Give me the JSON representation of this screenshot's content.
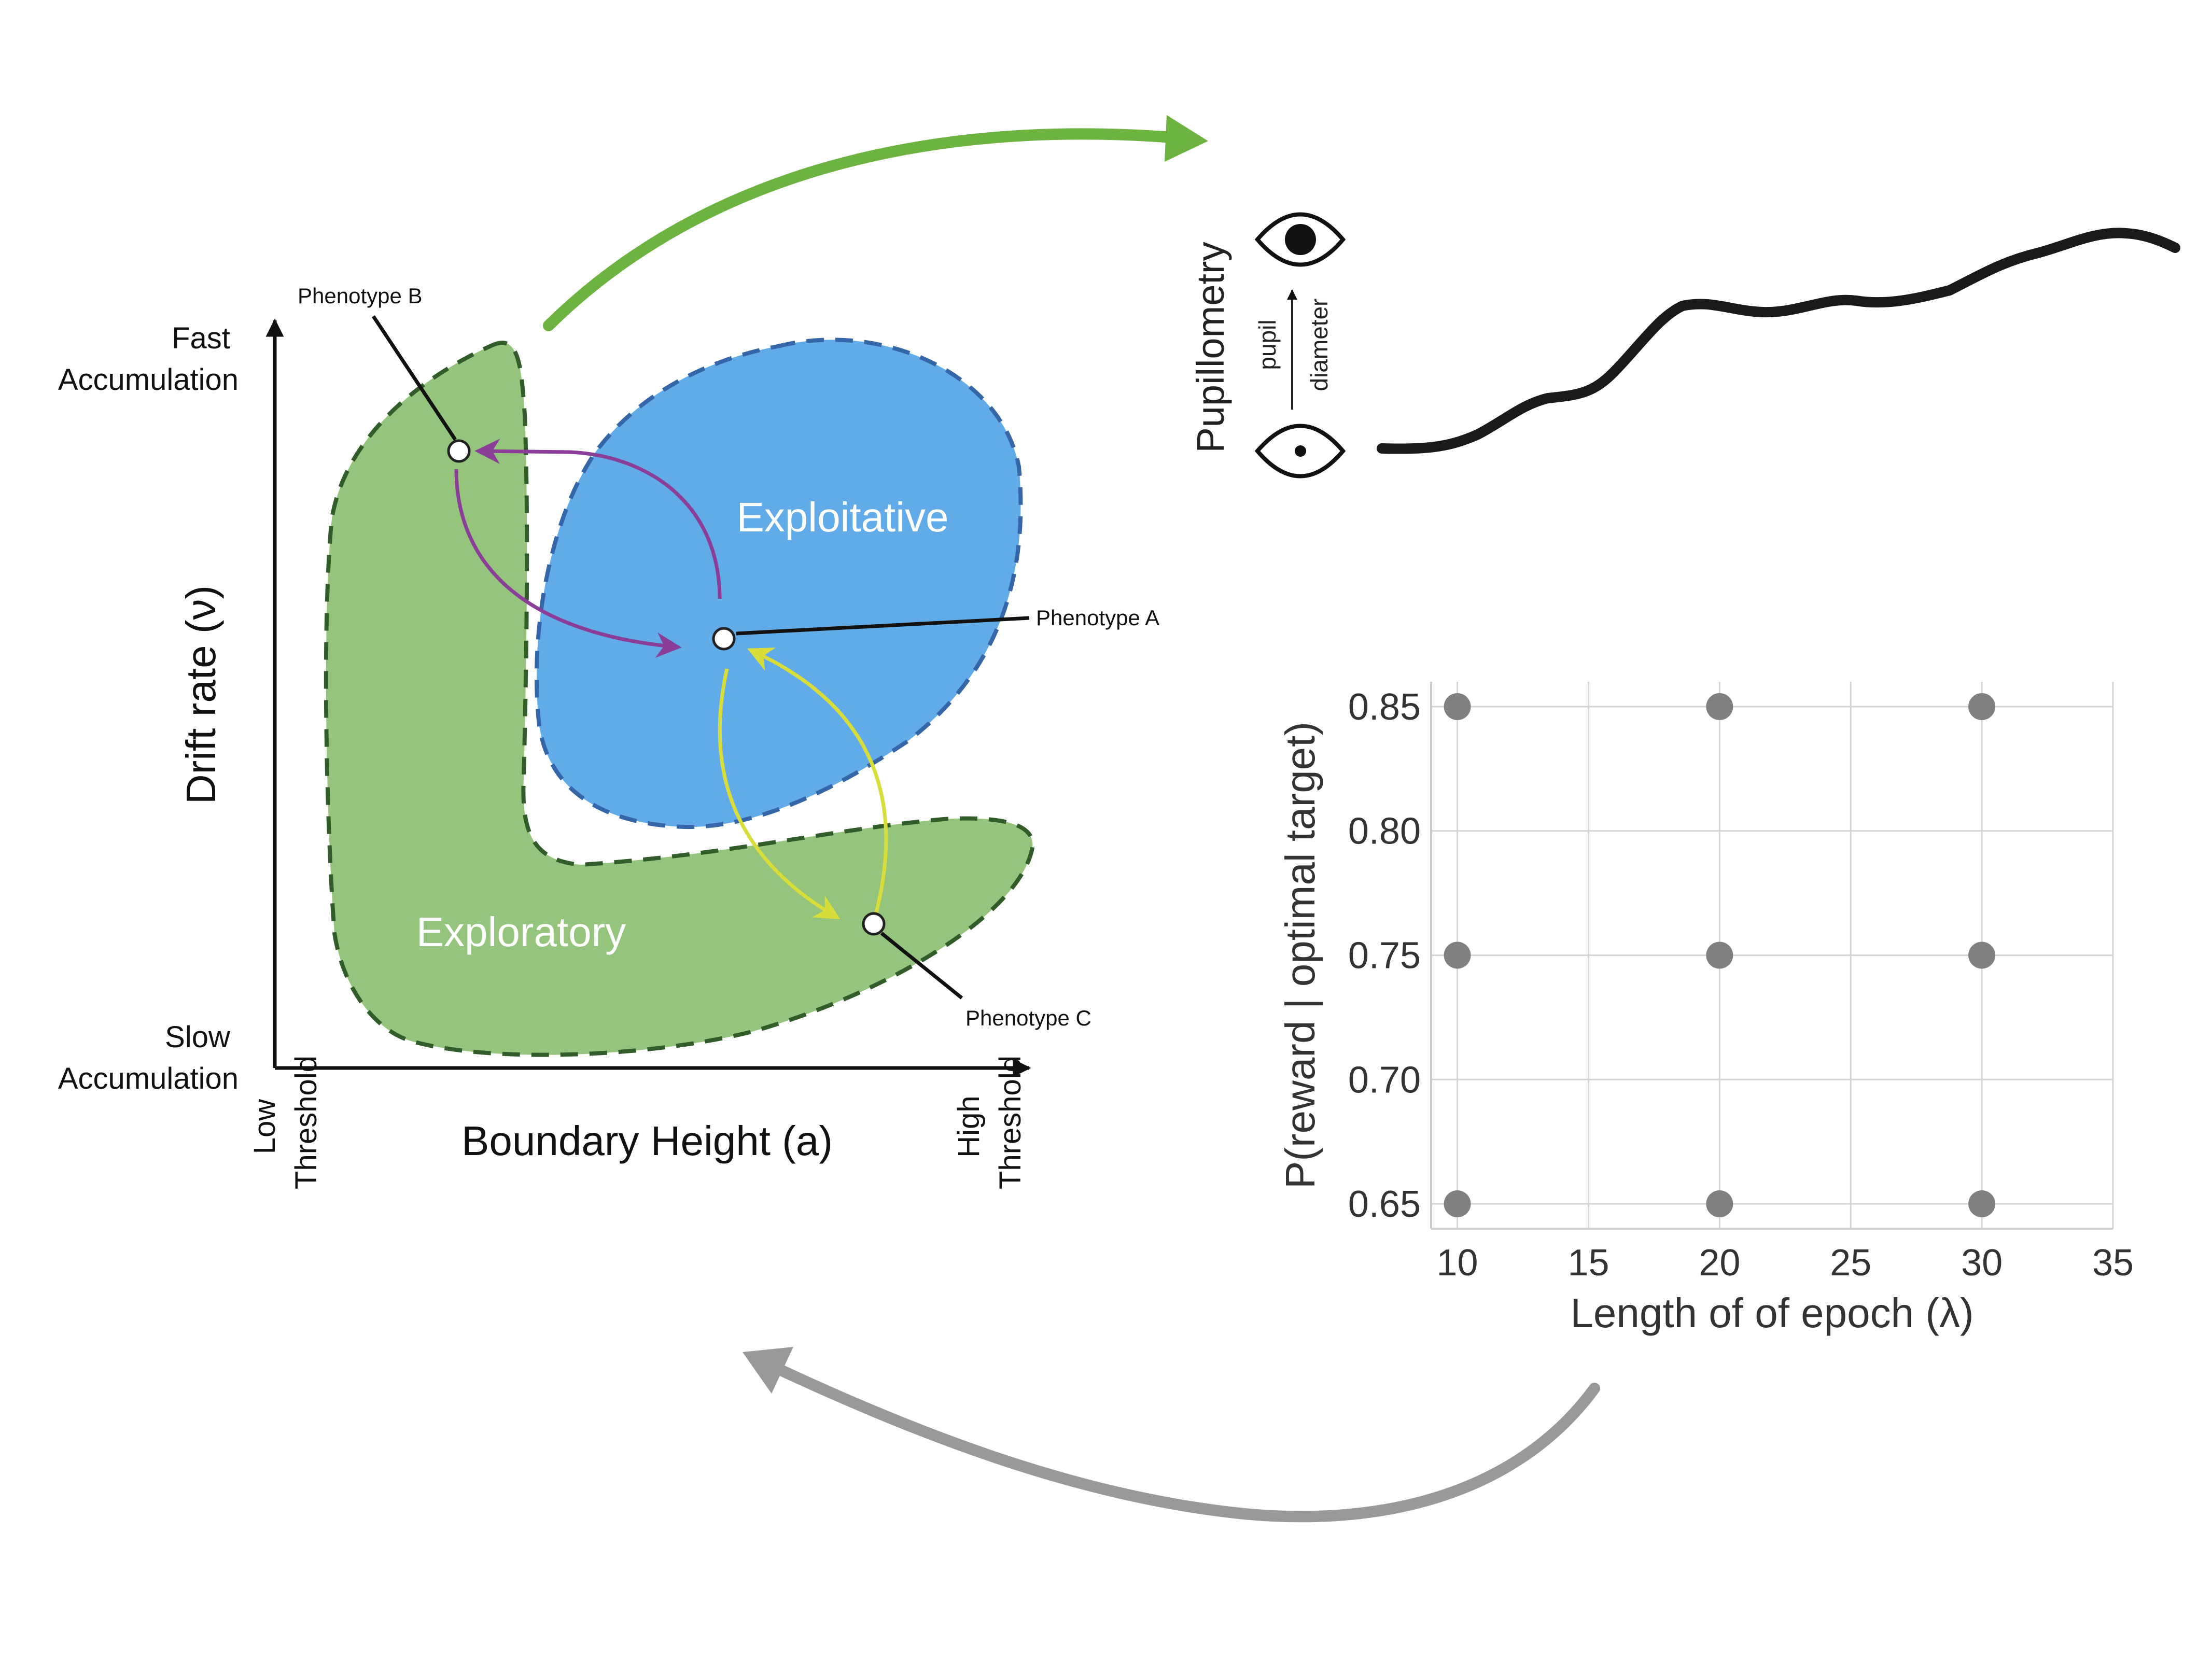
{
  "ddm_diagram": {
    "y_axis_label": "Drift rate (ν)",
    "x_axis_label": "Boundary Height (a)",
    "y_top_label": [
      "Fast",
      "Accumulation"
    ],
    "y_bottom_label": [
      "Slow",
      "Accumulation"
    ],
    "x_left_label": [
      "Low",
      "Threshold"
    ],
    "x_right_label": [
      "High",
      "Threshold"
    ],
    "regions": {
      "exploitative": {
        "label": "Exploitative",
        "color": "#62abe9"
      },
      "exploratory": {
        "label": "Exploratory",
        "color": "#95c47c"
      }
    },
    "phenotypes": {
      "a": "Phenotype A",
      "b": "Phenotype B",
      "c": "Phenotype C"
    },
    "arrow_colors": {
      "purple": "#8a3e98",
      "yellow": "#d9dd3a"
    }
  },
  "pupillometry": {
    "title": "Pupillometry",
    "sub_top": "pupil",
    "sub_bottom": "diameter"
  },
  "cycle_arrows": {
    "forward_color": "#6cb33f",
    "return_color": "#999999"
  },
  "chart_data": {
    "type": "scatter",
    "xlabel": "Length of of epoch (λ)",
    "ylabel": "P(reward | optimal target)",
    "xlim": [
      9,
      35
    ],
    "ylim": [
      0.64,
      0.86
    ],
    "xticks": [
      10,
      15,
      20,
      25,
      30,
      35
    ],
    "yticks": [
      0.65,
      0.7,
      0.75,
      0.8,
      0.85
    ],
    "ytick_labels": [
      "0.65",
      "0.70",
      "0.75",
      "0.80",
      "0.85"
    ],
    "grid": true,
    "marker_color": "#808080",
    "points": [
      {
        "x": 10,
        "y": 0.85
      },
      {
        "x": 20,
        "y": 0.85
      },
      {
        "x": 30,
        "y": 0.85
      },
      {
        "x": 10,
        "y": 0.75
      },
      {
        "x": 20,
        "y": 0.75
      },
      {
        "x": 30,
        "y": 0.75
      },
      {
        "x": 10,
        "y": 0.65
      },
      {
        "x": 20,
        "y": 0.65
      },
      {
        "x": 30,
        "y": 0.65
      }
    ]
  }
}
